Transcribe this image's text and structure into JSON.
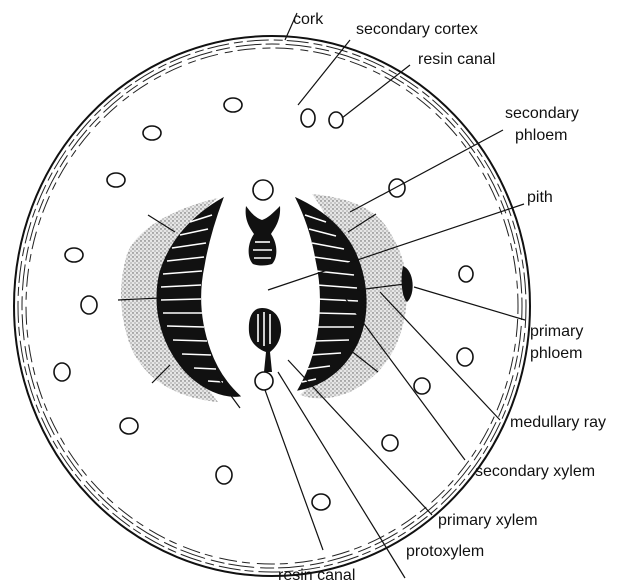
{
  "labels": {
    "cork": "cork",
    "secondary_cortex": "secondary cortex",
    "resin_canal_top": "resin canal",
    "secondary_phloem_line1": "secondary",
    "secondary_phloem_line2": "phloem",
    "pith": "pith",
    "primary_phloem_line1": "primary",
    "primary_phloem_line2": "phloem",
    "medullary_ray": "medullary ray",
    "secondary_xylem": "secondary xylem",
    "primary_xylem": "primary  xylem",
    "protoxylem": "protoxylem",
    "resin_canal_bottom": "resin canal"
  },
  "colors": {
    "ink": "#111111",
    "paper": "#ffffff",
    "stipple": "#555555"
  }
}
